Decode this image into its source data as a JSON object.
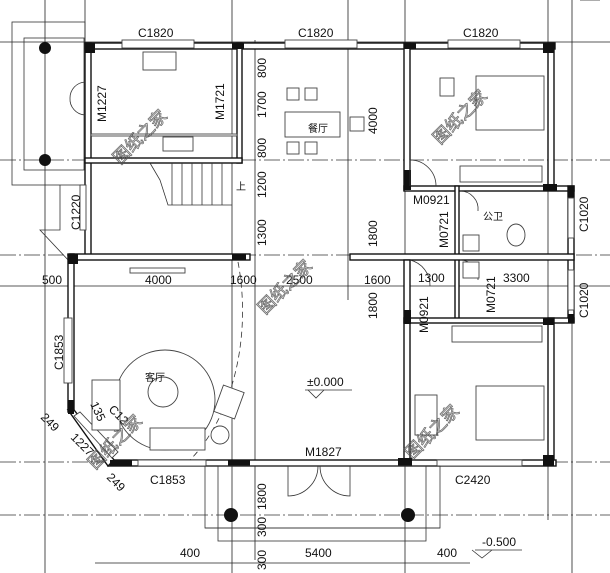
{
  "plan": {
    "rooms": {
      "dining": "餐厅",
      "living": "客厅",
      "bathroom": "公卫",
      "stair_up": "上"
    },
    "windows": {
      "top_left": "C1820",
      "top_mid": "C1820",
      "top_right": "C1820",
      "left_stair": "C1220",
      "right_bath_upper": "C1020",
      "right_bath_lower": "C1020",
      "left_living": "C1853",
      "bottom_living": "C1853",
      "bottom_bedroom": "C2420",
      "bay_window": "C12"
    },
    "doors": {
      "kitchen_side": "M1227",
      "kitchen_dining": "M1721",
      "upper_bedroom": "M0921",
      "upper_bath": "M0721",
      "lower_bedroom": "M0921",
      "lower_bath": "M0721",
      "entrance": "M1827"
    },
    "dimensions": {
      "v_800_a": "800",
      "v_1700": "1700",
      "v_800_b": "800",
      "v_1200": "1200",
      "v_1300": "1300",
      "v_4000": "4000",
      "v_1800_a": "1800",
      "v_1800_b": "1800",
      "h_500": "500",
      "h_4000": "4000",
      "h_1600_a": "1600",
      "h_2500": "2500",
      "h_1600_b": "1600",
      "h_1300": "1300",
      "h_3300": "3300",
      "bay_249_a": "249",
      "bay_1227": "1227",
      "bay_249_b": "249",
      "bay_135": "135",
      "porch_1800": "1800",
      "porch_300_a": "300",
      "porch_300_b": "300",
      "porch_400_l": "400",
      "porch_5400": "5400",
      "porch_400_r": "400"
    },
    "levels": {
      "floor": "±0.000",
      "outdoor": "-0.500"
    },
    "watermark": "图纸之家"
  }
}
